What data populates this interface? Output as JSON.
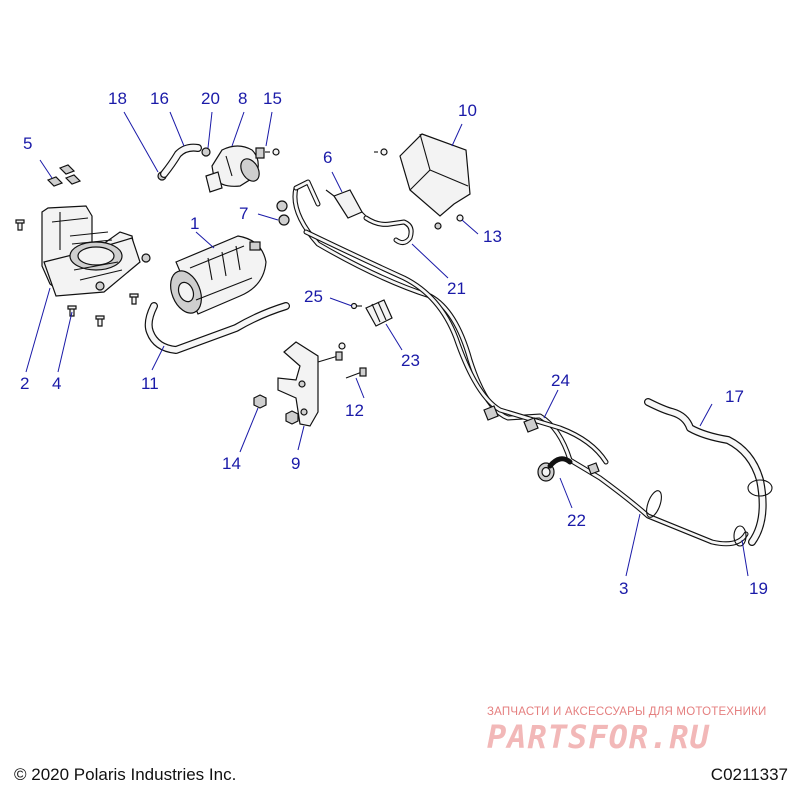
{
  "callouts": [
    {
      "id": "c1",
      "label": "1"
    },
    {
      "id": "c2",
      "label": "2"
    },
    {
      "id": "c3",
      "label": "3"
    },
    {
      "id": "c4",
      "label": "4"
    },
    {
      "id": "c5",
      "label": "5"
    },
    {
      "id": "c6",
      "label": "6"
    },
    {
      "id": "c7",
      "label": "7"
    },
    {
      "id": "c8",
      "label": "8"
    },
    {
      "id": "c9",
      "label": "9"
    },
    {
      "id": "c10",
      "label": "10"
    },
    {
      "id": "c11",
      "label": "11"
    },
    {
      "id": "c12",
      "label": "12"
    },
    {
      "id": "c13",
      "label": "13"
    },
    {
      "id": "c14",
      "label": "14"
    },
    {
      "id": "c15",
      "label": "15"
    },
    {
      "id": "c16",
      "label": "16"
    },
    {
      "id": "c17",
      "label": "17"
    },
    {
      "id": "c18",
      "label": "18"
    },
    {
      "id": "c19",
      "label": "19"
    },
    {
      "id": "c20",
      "label": "20"
    },
    {
      "id": "c21",
      "label": "21"
    },
    {
      "id": "c22",
      "label": "22"
    },
    {
      "id": "c23",
      "label": "23"
    },
    {
      "id": "c24",
      "label": "24"
    },
    {
      "id": "c25",
      "label": "25"
    }
  ],
  "footer": {
    "copyright": "© 2020 Polaris Industries Inc.",
    "drawing_id": "C0211337"
  },
  "watermark": {
    "subtitle": "ЗАПЧАСТИ И АКСЕССУАРЫ ДЛЯ МОТОТЕХНИКИ",
    "logo": "PARTSFOR.RU"
  },
  "colors": {
    "callout": "#1a1aa8",
    "linework": "#111111",
    "watermark": "#e57f7f"
  }
}
